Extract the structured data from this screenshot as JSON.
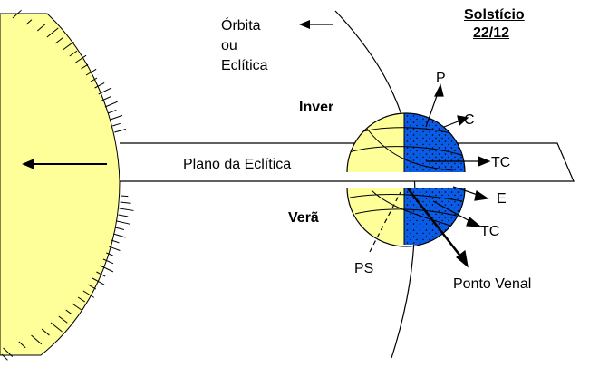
{
  "title": {
    "line1": "Solstício",
    "line2": "22/12"
  },
  "labels": {
    "orbit_line1": "Órbita",
    "orbit_line2": "ou",
    "orbit_line3": "Eclítica",
    "ecliptic_plane": "Plano da Eclítica",
    "winter": "Inver",
    "summer": "Verã",
    "pole": "P",
    "c": "C",
    "tc_upper": "TC",
    "equator": "E",
    "tc_lower": "TC",
    "south_pole": "PS",
    "vernal_point": "Ponto Venal"
  },
  "colors": {
    "sun": "#FFFF99",
    "earth_day": "#FFFF99",
    "earth_night": "#0A5CE6",
    "plane": "#FFFFFF",
    "stroke": "#000000"
  }
}
